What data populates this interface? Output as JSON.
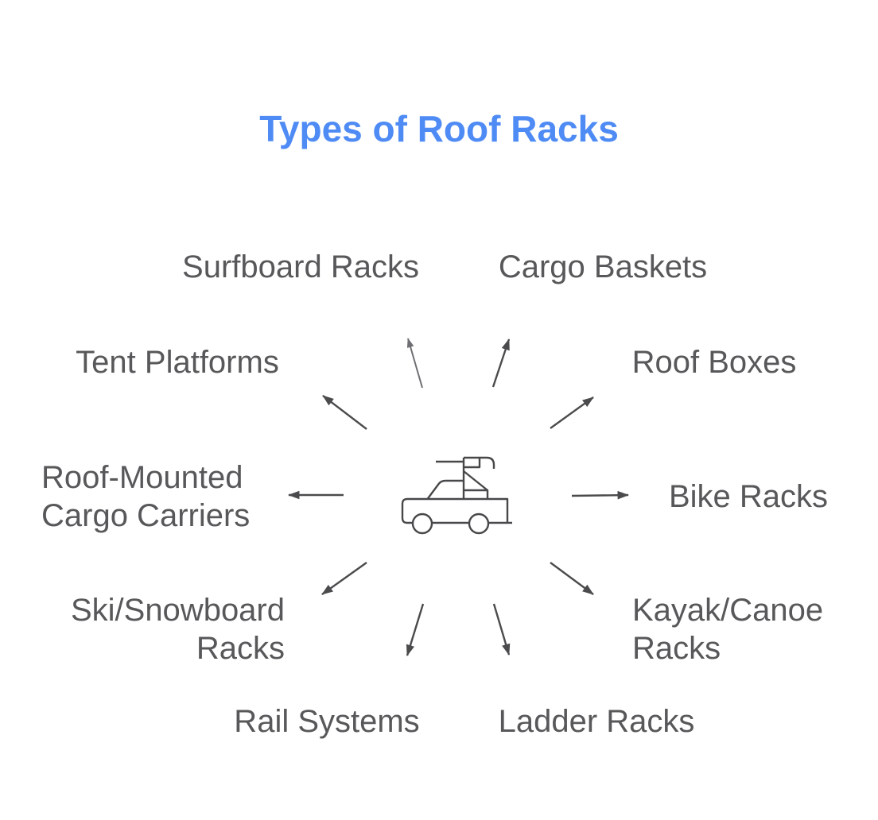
{
  "title": "Types of Roof Racks",
  "colors": {
    "title": "#4e8bf5",
    "label": "#58585a",
    "arrow": "#4b4b4d",
    "arrow_light": "#6e6f72",
    "background": "#ffffff"
  },
  "center": {
    "icon": "pickup-truck-with-roof-rack"
  },
  "diagram": {
    "type": "radial-spoke",
    "items": [
      {
        "id": "surfboard-racks",
        "label": "Surfboard Racks",
        "position": "top-left"
      },
      {
        "id": "cargo-baskets",
        "label": "Cargo Baskets",
        "position": "top-right"
      },
      {
        "id": "tent-platforms",
        "label": "Tent Platforms",
        "position": "upper-left"
      },
      {
        "id": "roof-boxes",
        "label": "Roof Boxes",
        "position": "upper-right"
      },
      {
        "id": "roof-mounted-cargo-carriers",
        "label": "Roof-Mounted Cargo Carriers",
        "position": "left"
      },
      {
        "id": "bike-racks",
        "label": "Bike Racks",
        "position": "right"
      },
      {
        "id": "ski-snowboard-racks",
        "label": "Ski/Snowboard Racks",
        "position": "lower-left"
      },
      {
        "id": "kayak-canoe-racks",
        "label": "Kayak/Canoe Racks",
        "position": "lower-right"
      },
      {
        "id": "rail-systems",
        "label": "Rail Systems",
        "position": "bottom-left"
      },
      {
        "id": "ladder-racks",
        "label": "Ladder Racks",
        "position": "bottom-right"
      }
    ]
  }
}
